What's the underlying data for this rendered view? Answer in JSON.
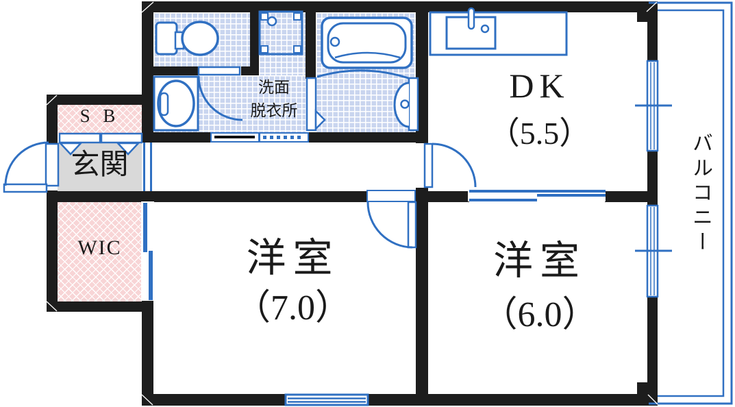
{
  "plan": {
    "type": "apartment-floor-plan",
    "rooms": {
      "dk": {
        "name": "DK",
        "size": "（5.5）"
      },
      "western1": {
        "name": "洋室",
        "size": "（7.0）"
      },
      "western2": {
        "name": "洋室",
        "size": "（6.0）"
      },
      "balcony": {
        "name": "バルコニー"
      },
      "entrance": {
        "name": "玄関"
      },
      "shoe_box": {
        "name": "S B"
      },
      "wic": {
        "name": "WIC"
      },
      "washroom": {
        "name_line1": "洗面",
        "name_line2": "脱衣所"
      }
    },
    "colors": {
      "line_blue": "#3070c2",
      "wall_black": "#1d1d1d",
      "wet_area_fill": "#c9d5ef",
      "storage_fill": "#f8d5d6",
      "entrance_fill": "#d9d9d9"
    },
    "fixtures": {
      "toilet": "toilet-icon",
      "washbasin": "washbasin-icon",
      "washing_machine_pan": "washing-machine-pan-icon",
      "bathtub": "bathtub-icon",
      "kitchen_sink": "kitchen-sink-icon",
      "windows": "window-icon",
      "doors": "door-swing-icon"
    }
  }
}
